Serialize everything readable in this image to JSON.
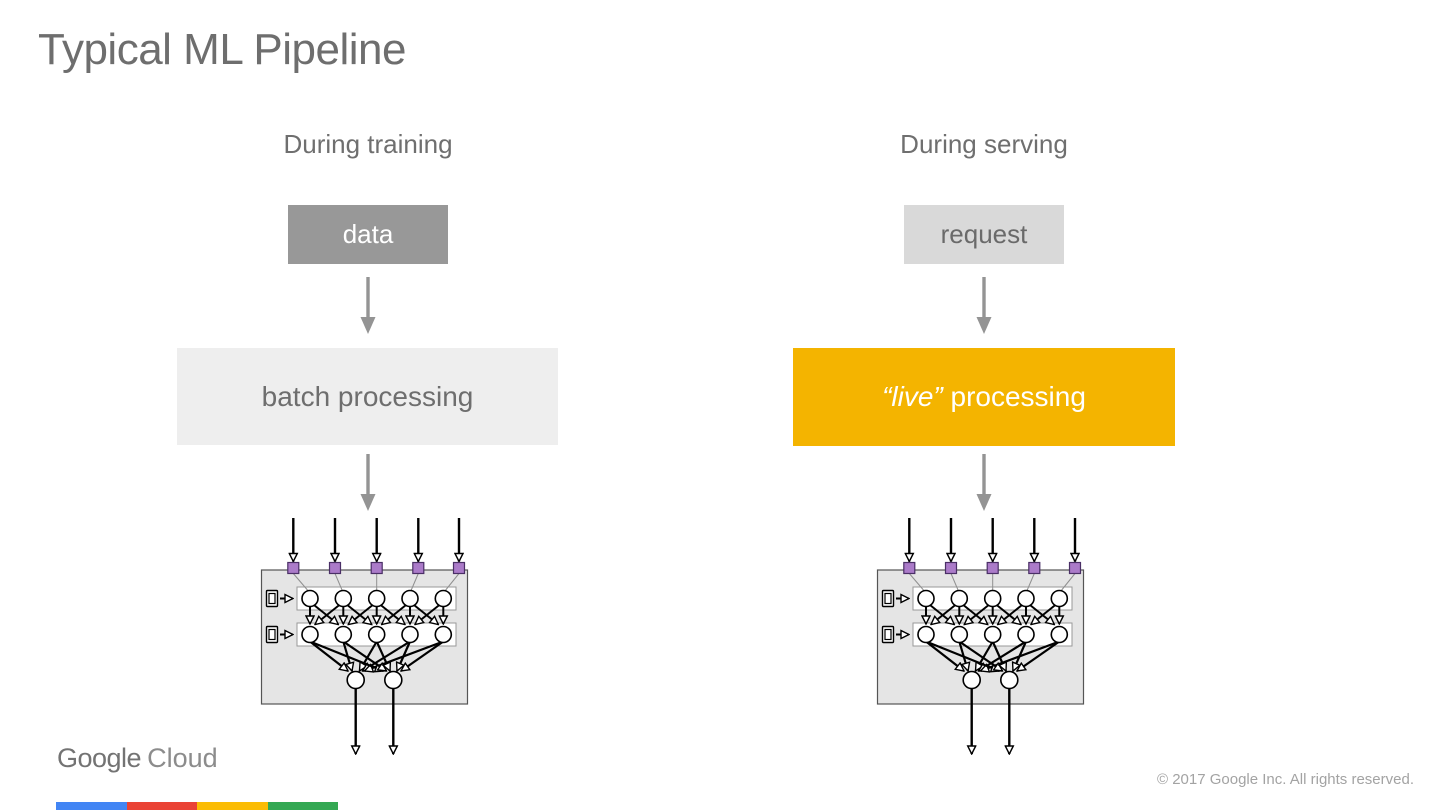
{
  "title": "Typical ML Pipeline",
  "columns": {
    "training": {
      "header": "During training",
      "input_label": "data",
      "process_label_em": "",
      "process_label": "batch processing"
    },
    "serving": {
      "header": "During serving",
      "input_label": "request",
      "process_label_em": "“live”",
      "process_label": " processing"
    }
  },
  "footer": {
    "logo_google": "Google",
    "logo_cloud": "Cloud",
    "copyright": "© 2017 Google Inc. All rights reserved."
  },
  "colors": {
    "accent_yellow": "#F4B400",
    "data_box_gray": "#989898",
    "request_box_gray": "#D9D9D9",
    "process_box_gray": "#EEEEEE",
    "flow_arrow_gray": "#949494",
    "input_node_purple": "#AB7BC9",
    "brand_bar": {
      "blue": "#4285F4",
      "red": "#EA4335",
      "yellow": "#FBBC04",
      "green": "#34A853"
    }
  },
  "icons": {
    "flow_arrow": "down-arrow-icon",
    "diagram": "neural-network-diagram"
  }
}
